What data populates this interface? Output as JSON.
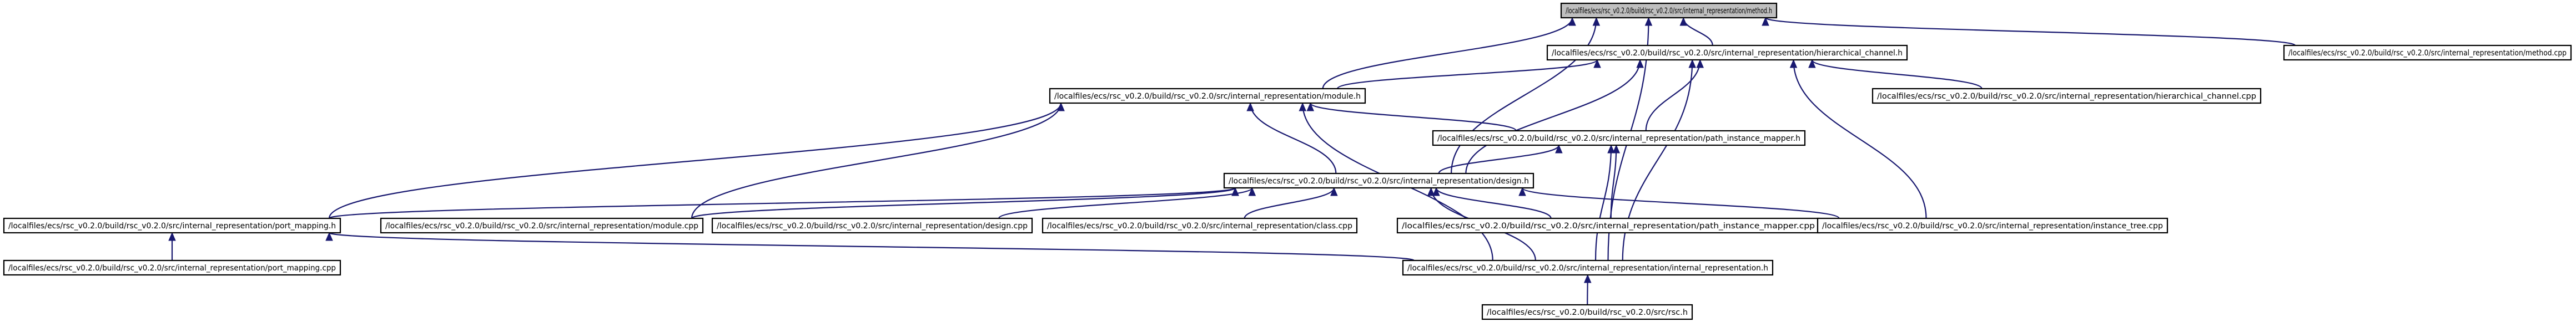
{
  "nodes": [
    {
      "id": "method_h",
      "label": "/localfiles/ecs/rsc_v0.2.0/build/rsc_v0.2.0/src/internal_representation/method.h"
    },
    {
      "id": "hierarchical_channel_h",
      "label": "/localfiles/ecs/rsc_v0.2.0/build/rsc_v0.2.0/src/internal_representation/hierarchical_channel.h"
    },
    {
      "id": "method_cpp",
      "label": "/localfiles/ecs/rsc_v0.2.0/build/rsc_v0.2.0/src/internal_representation/method.cpp"
    },
    {
      "id": "module_h",
      "label": "/localfiles/ecs/rsc_v0.2.0/build/rsc_v0.2.0/src/internal_representation/module.h"
    },
    {
      "id": "hierarchical_channel_cpp",
      "label": "/localfiles/ecs/rsc_v0.2.0/build/rsc_v0.2.0/src/internal_representation/hierarchical_channel.cpp"
    },
    {
      "id": "path_instance_mapper_h",
      "label": "/localfiles/ecs/rsc_v0.2.0/build/rsc_v0.2.0/src/internal_representation/path_instance_mapper.h"
    },
    {
      "id": "design_h",
      "label": "/localfiles/ecs/rsc_v0.2.0/build/rsc_v0.2.0/src/internal_representation/design.h"
    },
    {
      "id": "port_mapping_h",
      "label": "/localfiles/ecs/rsc_v0.2.0/build/rsc_v0.2.0/src/internal_representation/port_mapping.h"
    },
    {
      "id": "module_cpp",
      "label": "/localfiles/ecs/rsc_v0.2.0/build/rsc_v0.2.0/src/internal_representation/module.cpp"
    },
    {
      "id": "design_cpp",
      "label": "/localfiles/ecs/rsc_v0.2.0/build/rsc_v0.2.0/src/internal_representation/design.cpp"
    },
    {
      "id": "class_cpp",
      "label": "/localfiles/ecs/rsc_v0.2.0/build/rsc_v0.2.0/src/internal_representation/class.cpp"
    },
    {
      "id": "path_instance_mapper_cpp",
      "label": "/localfiles/ecs/rsc_v0.2.0/build/rsc_v0.2.0/src/internal_representation/path_instance_mapper.cpp"
    },
    {
      "id": "instance_tree_cpp",
      "label": "/localfiles/ecs/rsc_v0.2.0/build/rsc_v0.2.0/src/internal_representation/instance_tree.cpp"
    },
    {
      "id": "port_mapping_cpp",
      "label": "/localfiles/ecs/rsc_v0.2.0/build/rsc_v0.2.0/src/internal_representation/port_mapping.cpp"
    },
    {
      "id": "internal_representation_h",
      "label": "/localfiles/ecs/rsc_v0.2.0/build/rsc_v0.2.0/src/internal_representation/internal_representation.h"
    },
    {
      "id": "rsc_h",
      "label": "/localfiles/ecs/rsc_v0.2.0/build/rsc_v0.2.0/src/rsc.h"
    }
  ],
  "edges": [
    {
      "from": "hierarchical_channel_h",
      "to": "method_h"
    },
    {
      "from": "method_cpp",
      "to": "method_h"
    },
    {
      "from": "module_h",
      "to": "method_h"
    },
    {
      "from": "design_h",
      "to": "method_h"
    },
    {
      "from": "internal_representation_h",
      "to": "method_h"
    },
    {
      "from": "module_h",
      "to": "hierarchical_channel_h"
    },
    {
      "from": "hierarchical_channel_cpp",
      "to": "hierarchical_channel_h"
    },
    {
      "from": "path_instance_mapper_h",
      "to": "hierarchical_channel_h"
    },
    {
      "from": "design_h",
      "to": "hierarchical_channel_h"
    },
    {
      "from": "instance_tree_cpp",
      "to": "hierarchical_channel_h"
    },
    {
      "from": "internal_representation_h",
      "to": "hierarchical_channel_h"
    },
    {
      "from": "path_instance_mapper_h",
      "to": "module_h"
    },
    {
      "from": "design_h",
      "to": "module_h"
    },
    {
      "from": "port_mapping_h",
      "to": "module_h"
    },
    {
      "from": "module_cpp",
      "to": "module_h"
    },
    {
      "from": "internal_representation_h",
      "to": "module_h"
    },
    {
      "from": "design_h",
      "to": "path_instance_mapper_h"
    },
    {
      "from": "path_instance_mapper_cpp",
      "to": "path_instance_mapper_h"
    },
    {
      "from": "internal_representation_h",
      "to": "path_instance_mapper_h"
    },
    {
      "from": "port_mapping_h",
      "to": "design_h"
    },
    {
      "from": "module_cpp",
      "to": "design_h"
    },
    {
      "from": "design_cpp",
      "to": "design_h"
    },
    {
      "from": "class_cpp",
      "to": "design_h"
    },
    {
      "from": "path_instance_mapper_cpp",
      "to": "design_h"
    },
    {
      "from": "instance_tree_cpp",
      "to": "design_h"
    },
    {
      "from": "internal_representation_h",
      "to": "design_h"
    },
    {
      "from": "port_mapping_cpp",
      "to": "port_mapping_h"
    },
    {
      "from": "internal_representation_h",
      "to": "port_mapping_h"
    },
    {
      "from": "rsc_h",
      "to": "internal_representation_h"
    }
  ],
  "colors": {
    "edge": "#191970",
    "root_fill": "#bfbfbf",
    "node_fill": "#ffffff",
    "node_stroke": "#000000"
  }
}
